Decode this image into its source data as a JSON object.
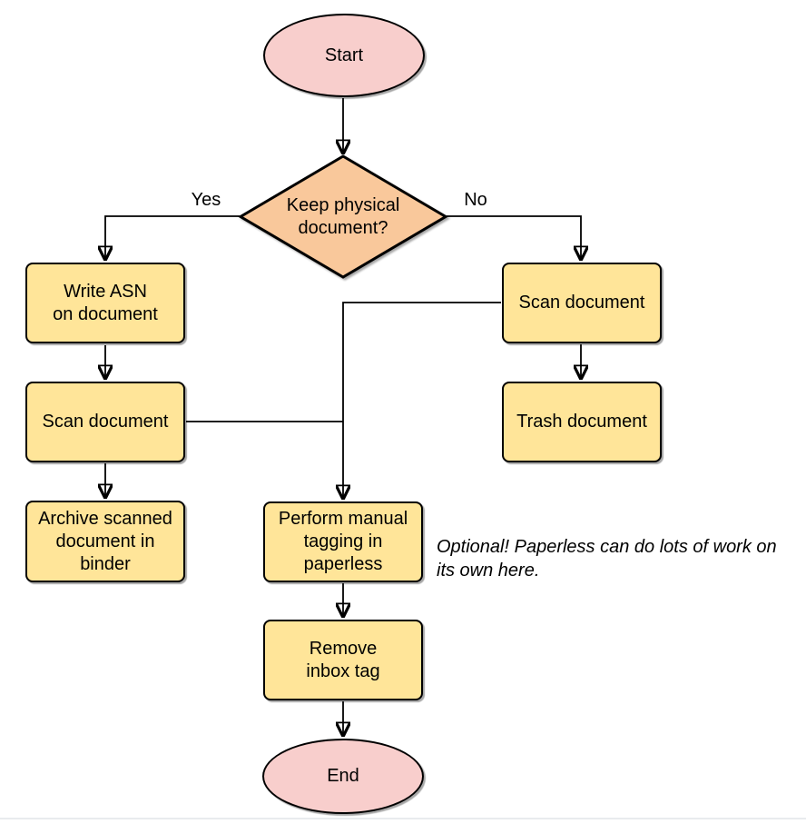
{
  "nodes": {
    "start": {
      "label": "Start"
    },
    "decision": {
      "lines": [
        "Keep physical",
        "document?"
      ]
    },
    "write_asn": {
      "lines": [
        "Write ASN",
        "on document"
      ]
    },
    "scan_left": {
      "lines": [
        "Scan document"
      ]
    },
    "archive": {
      "lines": [
        "Archive scanned",
        "document in",
        "binder"
      ]
    },
    "scan_right": {
      "lines": [
        "Scan document"
      ]
    },
    "trash": {
      "lines": [
        "Trash document"
      ]
    },
    "perform_tagging": {
      "lines": [
        "Perform manual",
        "tagging in",
        "paperless"
      ]
    },
    "remove_inbox": {
      "lines": [
        "Remove",
        "inbox tag"
      ]
    },
    "end": {
      "label": "End"
    }
  },
  "edge_labels": {
    "yes": "Yes",
    "no": "No"
  },
  "annotation": {
    "lines": [
      "Optional! Paperless can do lots of work on",
      "its own here."
    ]
  },
  "colors": {
    "process_fill": "#FFE599",
    "decision_fill": "#F9C89B",
    "terminal_fill": "#F8CECC",
    "stroke": "#000000",
    "background": "#FFFFFF",
    "bottom_rule": "#E9EBEE"
  }
}
